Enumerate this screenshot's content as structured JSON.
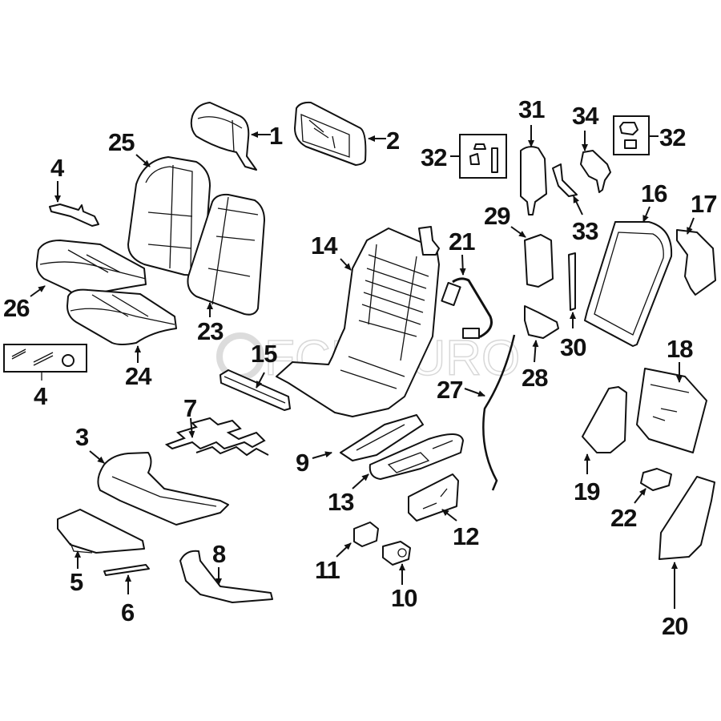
{
  "diagram": {
    "type": "exploded-parts-diagram",
    "subject": "Front seat components",
    "watermark": "FCP EURO",
    "background_color": "#ffffff",
    "ink_color": "#111111",
    "callouts": [
      {
        "id": "c1",
        "label": "1",
        "part": "headrest"
      },
      {
        "id": "c2",
        "label": "2",
        "part": "headrest-rear-shell"
      },
      {
        "id": "c3",
        "label": "3",
        "part": "seat-cushion-frame"
      },
      {
        "id": "c4a",
        "label": "4",
        "part": "bracket"
      },
      {
        "id": "c4b",
        "label": "4",
        "part": "hardware-kit"
      },
      {
        "id": "c5",
        "label": "5",
        "part": "front-cushion-plate"
      },
      {
        "id": "c6",
        "label": "6",
        "part": "clip-strip"
      },
      {
        "id": "c7",
        "label": "7",
        "part": "seat-springs"
      },
      {
        "id": "c8",
        "label": "8",
        "part": "side-trim"
      },
      {
        "id": "c9",
        "label": "9",
        "part": "side-panel-inner"
      },
      {
        "id": "c10",
        "label": "10",
        "part": "switch-knob"
      },
      {
        "id": "c11",
        "label": "11",
        "part": "switch-small"
      },
      {
        "id": "c12",
        "label": "12",
        "part": "seat-adjust-switch"
      },
      {
        "id": "c13",
        "label": "13",
        "part": "side-panel-outer"
      },
      {
        "id": "c14",
        "label": "14",
        "part": "seat-frame"
      },
      {
        "id": "c15",
        "label": "15",
        "part": "seat-track"
      },
      {
        "id": "c16",
        "label": "16",
        "part": "backrest-panel"
      },
      {
        "id": "c17",
        "label": "17",
        "part": "backrest-side-trim"
      },
      {
        "id": "c18",
        "label": "18",
        "part": "lumbar-module"
      },
      {
        "id": "c19",
        "label": "19",
        "part": "side-bolster-cover"
      },
      {
        "id": "c20",
        "label": "20",
        "part": "outer-side-cover"
      },
      {
        "id": "c21",
        "label": "21",
        "part": "wiring-harness"
      },
      {
        "id": "c22",
        "label": "22",
        "part": "button"
      },
      {
        "id": "c23",
        "label": "23",
        "part": "backrest-pad"
      },
      {
        "id": "c24",
        "label": "24",
        "part": "seat-cushion-pad"
      },
      {
        "id": "c25",
        "label": "25",
        "part": "backrest-cover"
      },
      {
        "id": "c26",
        "label": "26",
        "part": "seat-cushion-cover"
      },
      {
        "id": "c27",
        "label": "27",
        "part": "release-cable"
      },
      {
        "id": "c28",
        "label": "28",
        "part": "latch-bracket"
      },
      {
        "id": "c29",
        "label": "29",
        "part": "trim-cap"
      },
      {
        "id": "c30",
        "label": "30",
        "part": "trim-strip"
      },
      {
        "id": "c31",
        "label": "31",
        "part": "headrest-guide"
      },
      {
        "id": "c32a",
        "label": "32",
        "part": "hardware-kit-nut-stud"
      },
      {
        "id": "c32b",
        "label": "32",
        "part": "hardware-kit-nut-bolt"
      },
      {
        "id": "c33",
        "label": "33",
        "part": "guide-cover"
      },
      {
        "id": "c34",
        "label": "34",
        "part": "mounting-bracket"
      }
    ]
  }
}
